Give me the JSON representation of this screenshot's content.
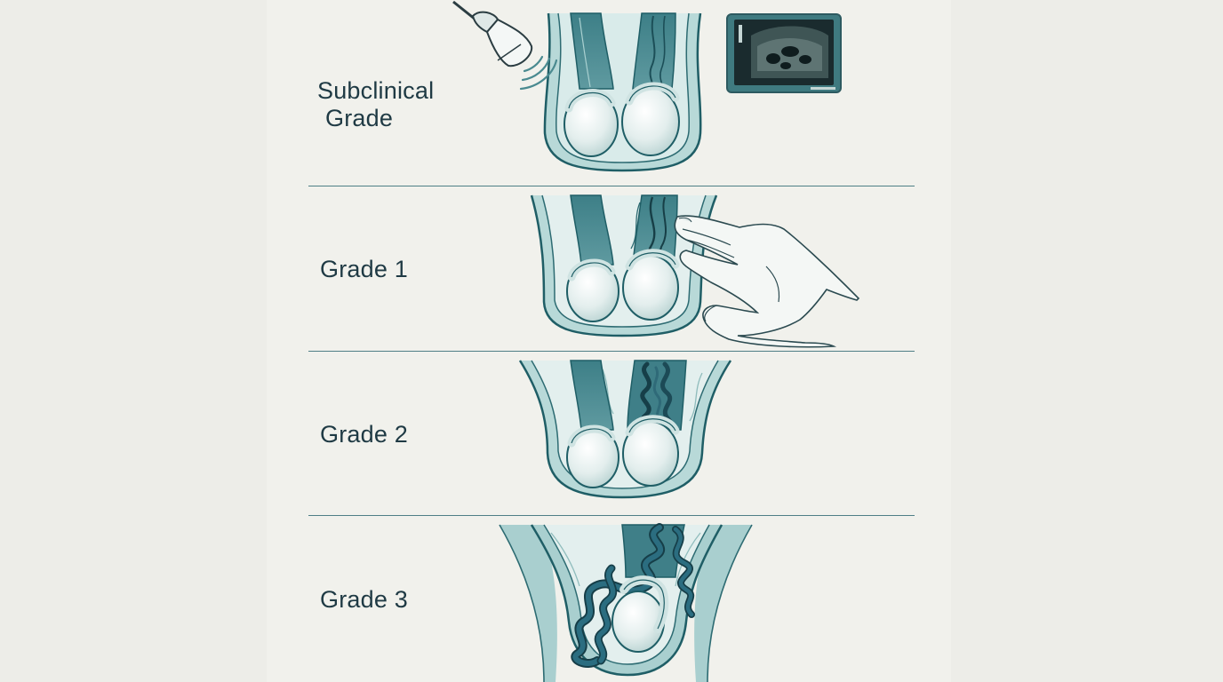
{
  "grades": [
    {
      "id": "subclinical",
      "label_line1": "Subclinical",
      "label_line2": "Grade"
    },
    {
      "id": "grade1",
      "label": "Grade 1"
    },
    {
      "id": "grade2",
      "label": "Grade 2"
    },
    {
      "id": "grade3",
      "label": "Grade 3"
    }
  ],
  "icons": {
    "probe": "ultrasound-probe-icon",
    "monitor": "ultrasound-monitor-icon",
    "hand": "palpating-hand-icon"
  },
  "colors": {
    "background": "#f1f1ec",
    "scrotum_fill": "#a9cfcf",
    "outline": "#1f5e66",
    "vein_dark": "#2a6678",
    "testis": "#e6f0ef",
    "text": "#1f3a44",
    "divider": "#4f7f86"
  }
}
